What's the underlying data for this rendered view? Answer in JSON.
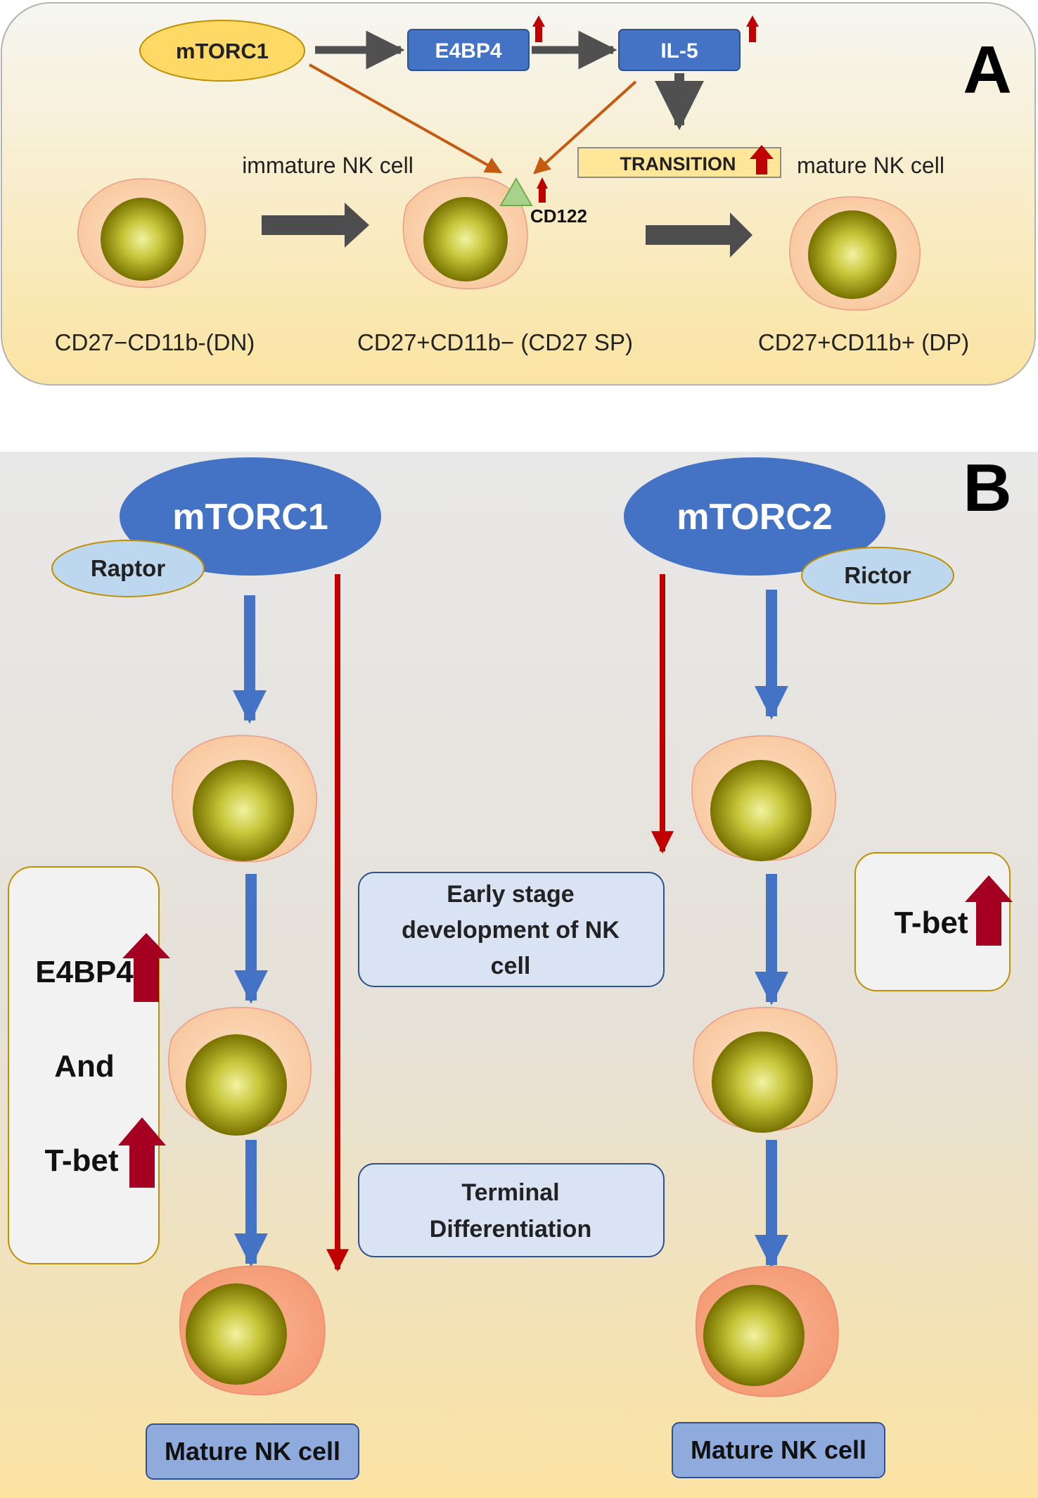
{
  "panel_a": {
    "letter": "A",
    "nodes": {
      "mtorc1": "mTORC1",
      "e4bp4": "E4BP4",
      "il5": "IL-5",
      "transition": "TRANSITION",
      "cd122": "CD122"
    },
    "labels": {
      "immature": "immature NK cell",
      "mature": "mature NK cell",
      "dn": "CD27−CD11b-(DN)",
      "sp": "CD27+CD11b− (CD27 SP)",
      "dp": "CD27+CD11b+ (DP)"
    }
  },
  "panel_b": {
    "letter": "B",
    "left": {
      "complex": "mTORC1",
      "partner": "Raptor",
      "factor1": "E4BP4",
      "connector": "And",
      "factor2": "T-bet",
      "result": "Mature NK cell"
    },
    "right": {
      "complex": "mTORC2",
      "partner": "Rictor",
      "factor": "T-bet",
      "result": "Mature NK cell"
    },
    "center": {
      "early": [
        "Early stage",
        "development of NK",
        "cell"
      ],
      "terminal": [
        "Terminal",
        "Differentiation"
      ]
    }
  },
  "colors": {
    "blue_node": "#4472c4",
    "light_blue": "#bdd7ee",
    "yellow_node": "#ffd966",
    "red_arrow": "#c00000",
    "dark_red_arrow": "#a50021",
    "orange_arrow": "#c55a11",
    "gray_arrow": "#505050",
    "cell_nucleus": "#a6a400",
    "cell_body": "#fbd2b0"
  }
}
